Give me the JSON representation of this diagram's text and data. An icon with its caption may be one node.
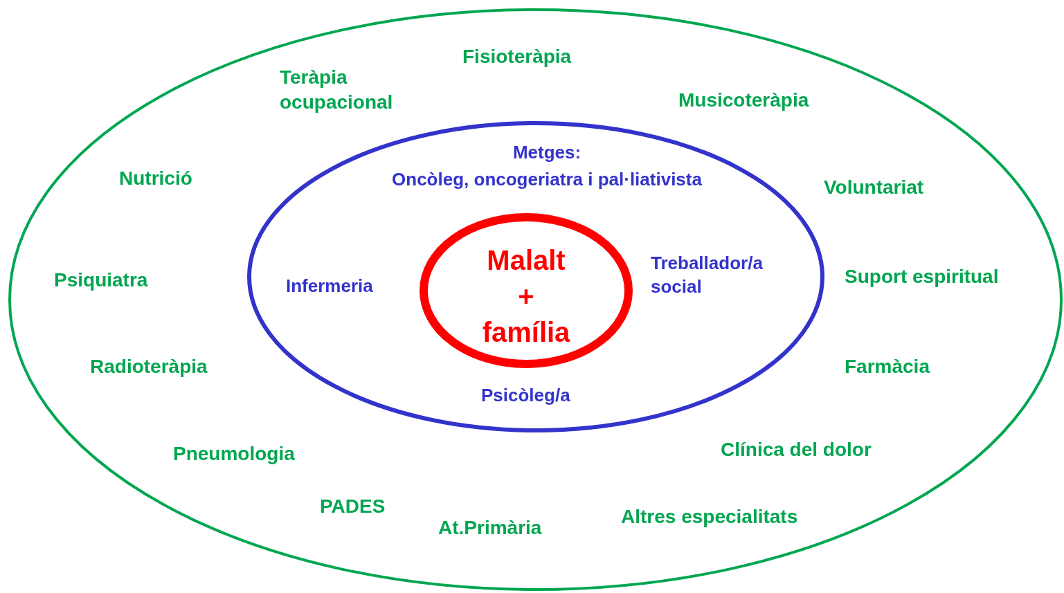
{
  "diagram": {
    "nodes": [
      {
        "text": [
          "Fisioteràpia",
          "Teràpia ocupacional",
          "Musicoteràpia",
          "Nutrició",
          "Voluntariat",
          "Psiquiatra",
          "Suport espiritual",
          "Radioteràpia",
          "Farmàcia",
          "Pneumologia",
          "Clínica del dolor",
          "PADES",
          "Altres especialitats",
          "At.Primària"
        ]
      },
      {
        "text": [
          "Metges:",
          "Oncòleg, oncogeriatra i pal·liativista",
          "Infermeria",
          "Treballador/a social",
          "Psicòleg/a"
        ],
        "in": 0
      },
      {
        "text": [
          "Malalt + família"
        ],
        "in": 1
      }
    ],
    "edges": []
  }
}
